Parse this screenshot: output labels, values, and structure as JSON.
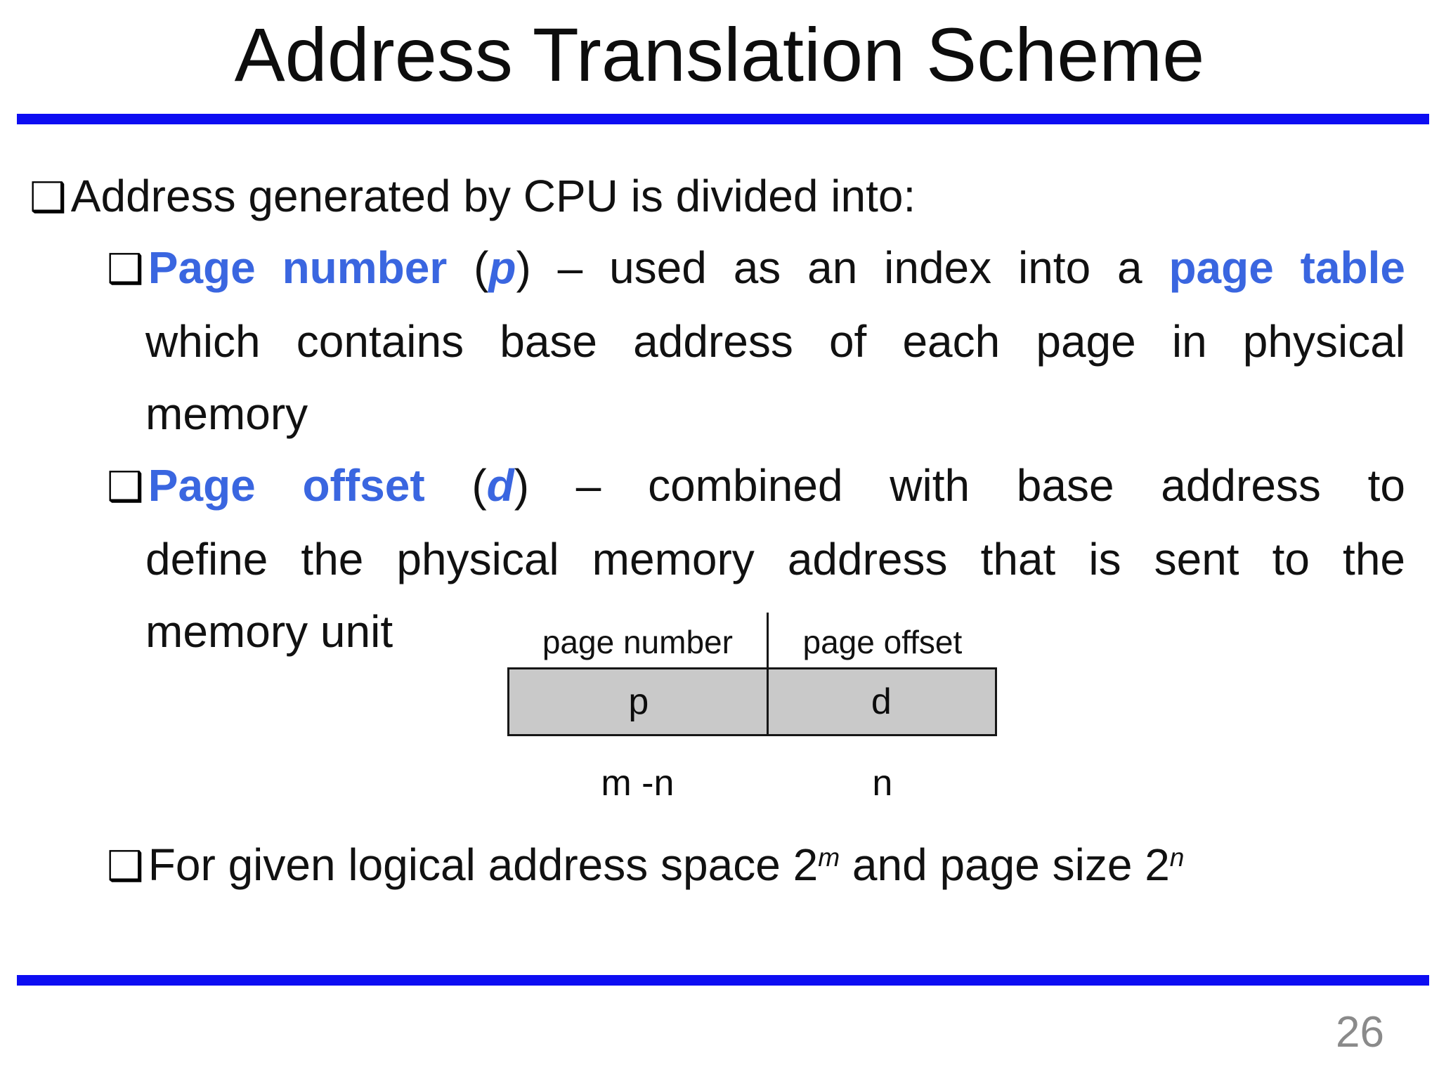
{
  "slide": {
    "title": "Address Translation Scheme",
    "page_number": "26",
    "bullet_char": "❑",
    "colors": {
      "rule_blue": "#0d0df2",
      "accent_text_blue": "#3a66e0",
      "diagram_box_fill": "#c9c9c9",
      "page_number_gray": "#8a8a8a"
    }
  },
  "paragraphs": [
    {
      "name": "intro",
      "lines": [
        {
          "bullet": true,
          "justify": false,
          "segments": [
            {
              "t": "Address generated by CPU is divided into:",
              "s": "plain"
            }
          ]
        }
      ]
    },
    {
      "name": "page-number",
      "lines": [
        {
          "bullet": true,
          "justify": true,
          "segments": [
            {
              "t": "Page number ",
              "s": "accent"
            },
            {
              "t": "(",
              "s": "plain"
            },
            {
              "t": "p",
              "s": "accent-italic"
            },
            {
              "t": ") – used as an index into a ",
              "s": "plain"
            },
            {
              "t": "page table",
              "s": "accent"
            }
          ]
        },
        {
          "indent": true,
          "justify": true,
          "segments": [
            {
              "t": "which contains base address of each page in physical",
              "s": "plain"
            }
          ]
        },
        {
          "indent": true,
          "justify": false,
          "segments": [
            {
              "t": "memory",
              "s": "plain"
            }
          ]
        }
      ]
    },
    {
      "name": "page-offset",
      "lines": [
        {
          "bullet": true,
          "justify": true,
          "segments": [
            {
              "t": "Page offset ",
              "s": "accent"
            },
            {
              "t": "(",
              "s": "plain"
            },
            {
              "t": "d",
              "s": "accent-italic"
            },
            {
              "t": ") – combined with base address to",
              "s": "plain"
            }
          ]
        },
        {
          "indent": true,
          "justify": true,
          "segments": [
            {
              "t": "define the physical memory address that is sent to the",
              "s": "plain"
            }
          ]
        },
        {
          "indent": true,
          "justify": false,
          "segments": [
            {
              "t": "memory unit",
              "s": "plain"
            }
          ]
        }
      ]
    },
    {
      "name": "for-given",
      "lines": [
        {
          "bullet": true,
          "justify": false,
          "segments": [
            {
              "t": "For given logical address space 2",
              "s": "plain"
            },
            {
              "t": "m",
              "s": "sup"
            },
            {
              "t": " and page size 2",
              "s": "plain"
            },
            {
              "t": "n",
              "s": "sup"
            }
          ]
        }
      ]
    }
  ],
  "diagram": {
    "top_labels": [
      "page number",
      "page offset"
    ],
    "cells": [
      "p",
      "d"
    ],
    "bottom_labels": [
      "m -n",
      "n"
    ]
  }
}
